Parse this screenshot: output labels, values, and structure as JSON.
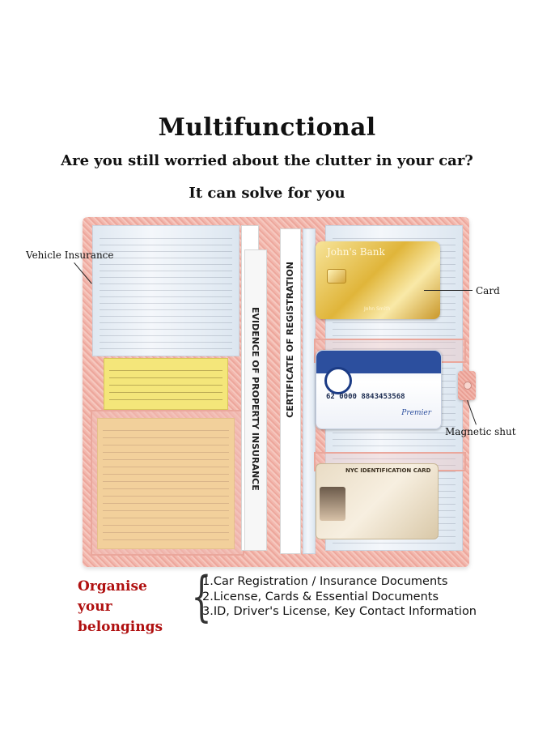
{
  "title": "Multifunctional",
  "subtitle": "Are you still worried about the clutter in your car?",
  "tagline": "It can solve for you",
  "callouts": {
    "vehicle_insurance": "Vehicle Insurance",
    "card": "Card",
    "magnetic_shut": "Magnetic shut"
  },
  "documents": {
    "evidence": "EVIDENCE OF PROPERTY INSURANCE",
    "certificate": "CERTIFICATE OF REGISTRATION",
    "bank_card_name": "John's Bank",
    "bank_card_holder": "John Smith",
    "member_number": "62     0000 8843453568",
    "premier": "Premier",
    "id_card_title": "NYC IDENTIFICATION CARD"
  },
  "organise": {
    "heading_line1": "Organise your",
    "heading_line2": "belongings",
    "items": [
      "1.Car Registration / Insurance Documents",
      "2.License, Cards & Essential Documents",
      "3.ID, Driver's License, Key Contact Information"
    ]
  },
  "colors": {
    "wallet_pink": "#f2b7ad",
    "accent_red": "#b01010"
  }
}
